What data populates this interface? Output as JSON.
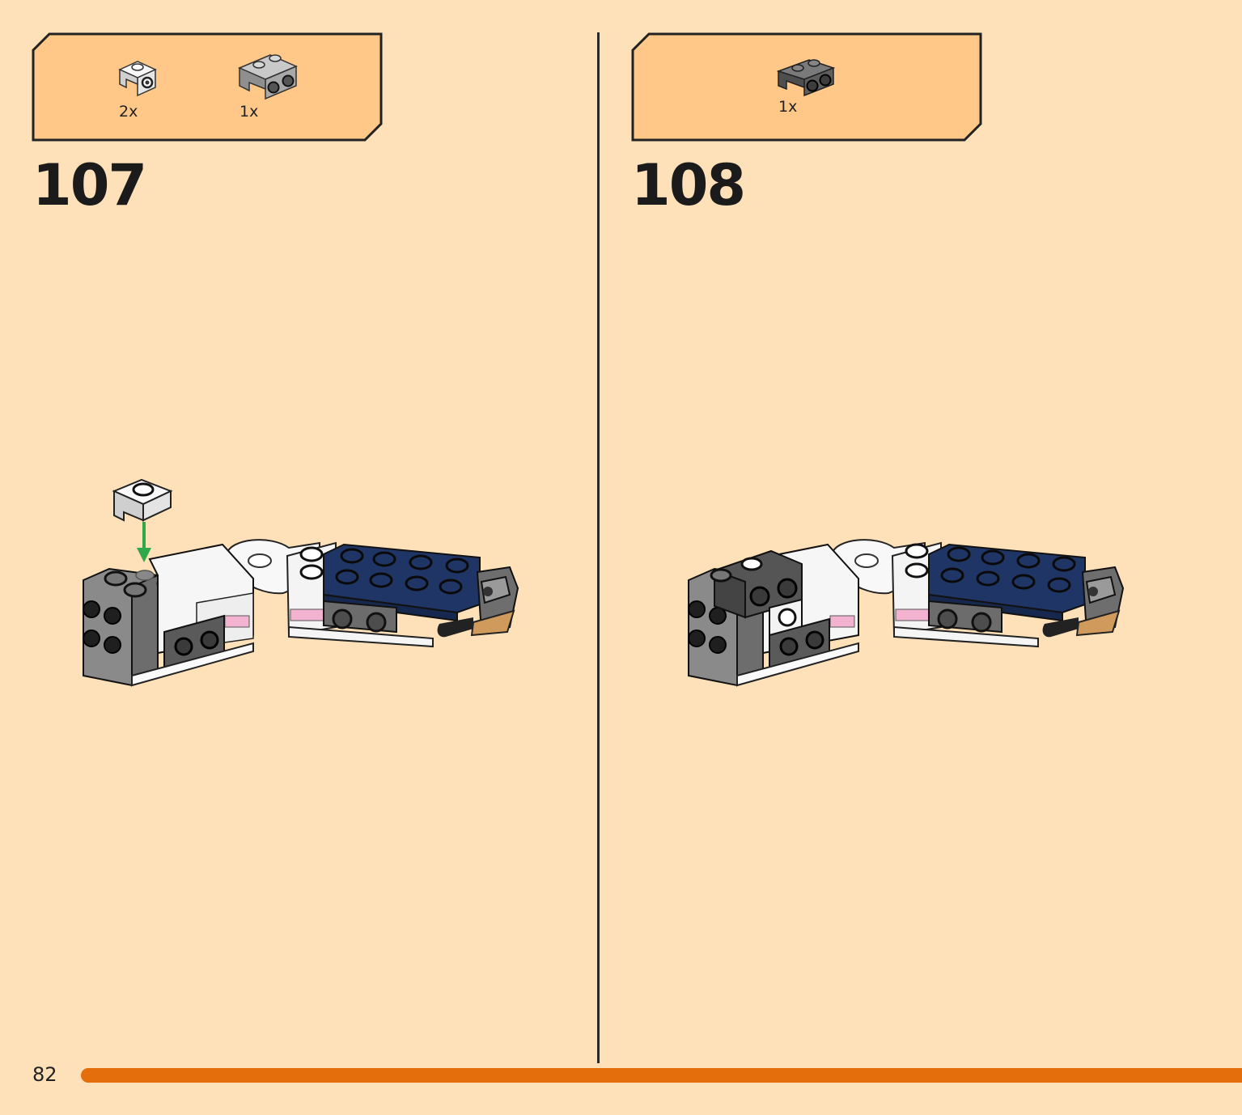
{
  "page": {
    "number": "82",
    "accent_color": "#e46d0c",
    "background": "#ffe1b9",
    "box_color": "#ffc888"
  },
  "steps": [
    {
      "number": "107",
      "parts": [
        {
          "icon": "white-bracket-1x1-icon",
          "qty": "2x"
        },
        {
          "icon": "grey-bracket-1x2-icon",
          "qty": "1x"
        }
      ]
    },
    {
      "number": "108",
      "parts": [
        {
          "icon": "dark-grey-bracket-1x2-icon",
          "qty": "1x"
        }
      ]
    }
  ]
}
